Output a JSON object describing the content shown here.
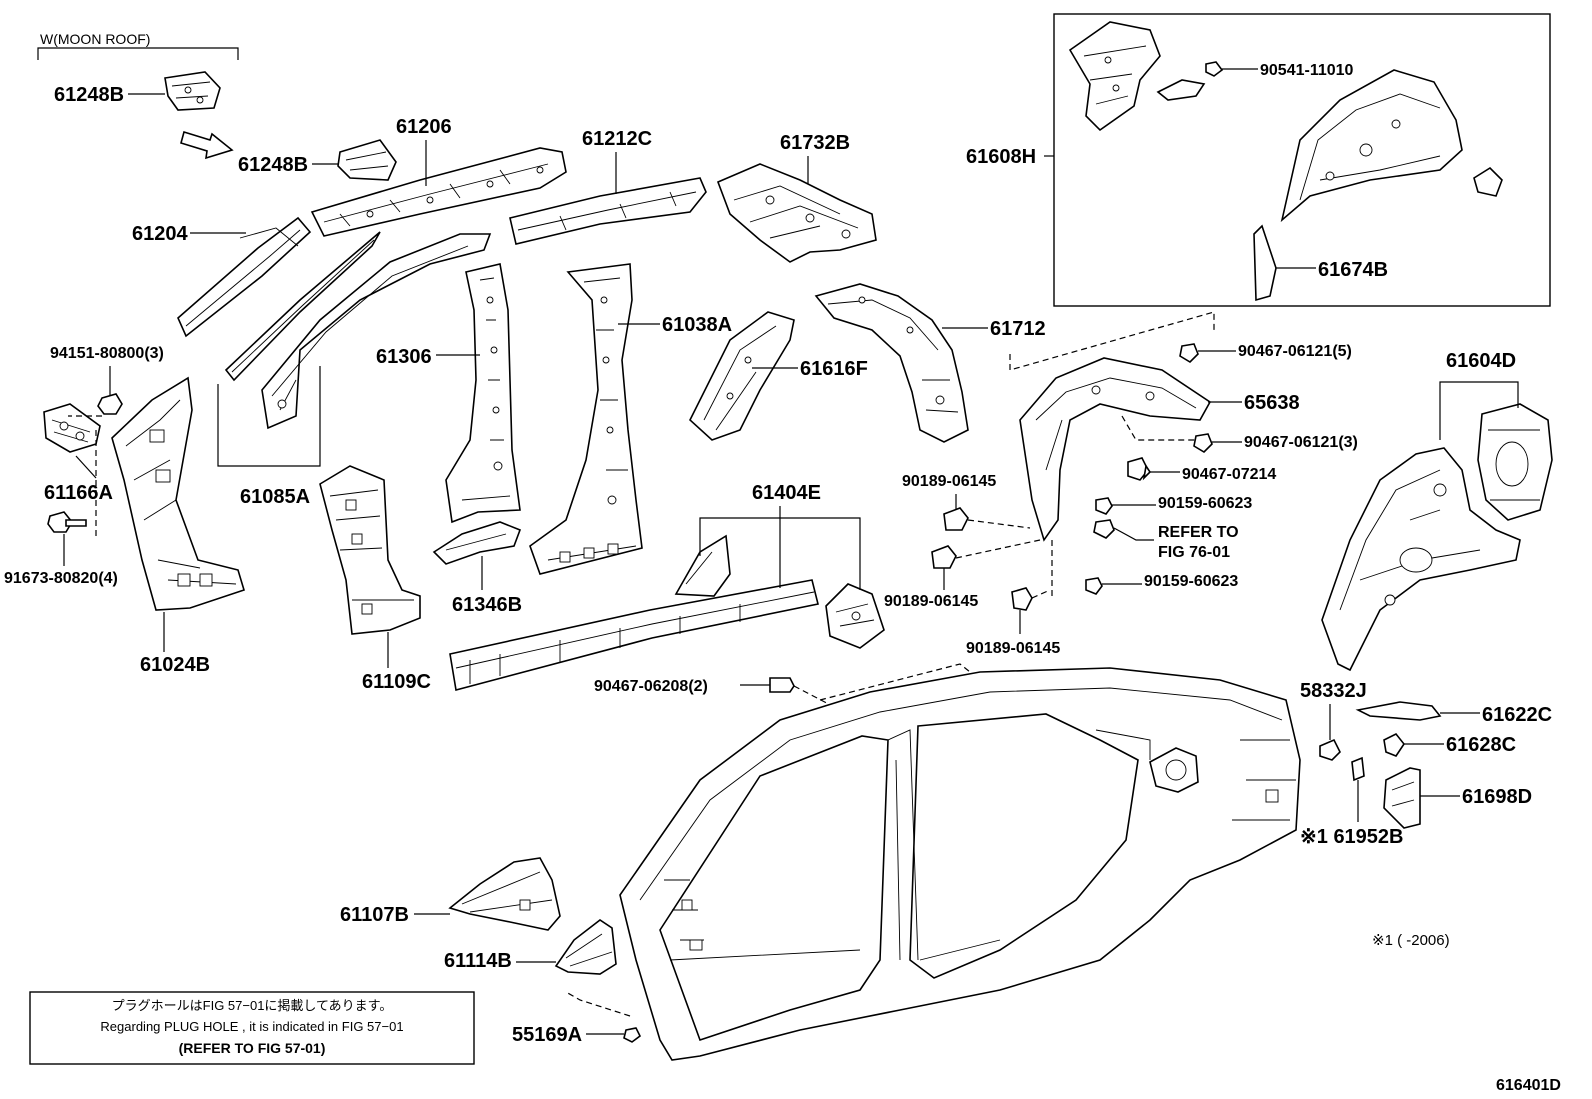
{
  "header": {
    "variant_label": "W(MOON ROOF)"
  },
  "parts": {
    "p61248B_top": "61248B",
    "p61248B_arrow": "61248B",
    "p61206": "61206",
    "p61212C": "61212C",
    "p61732B": "61732B",
    "p61204": "61204",
    "p61306": "61306",
    "p61038A": "61038A",
    "p61616F": "61616F",
    "p61712": "61712",
    "p94151": "94151-80800(3)",
    "p61166A": "61166A",
    "p91673": "91673-80820(4)",
    "p61024B": "61024B",
    "p61085A": "61085A",
    "p61109C": "61109C",
    "p61346B": "61346B",
    "p61404E": "61404E",
    "p90467_06208": "90467-06208(2)",
    "p61608H": "61608H",
    "p90541": "90541-11010",
    "p61674B": "61674B",
    "p90467_06121_5": "90467-06121(5)",
    "p65638": "65638",
    "p90467_06121_3": "90467-06121(3)",
    "p90467_07214": "90467-07214",
    "p90189_a": "90189-06145",
    "p90159_a": "90159-60623",
    "refer_to": "REFER TO",
    "refer_fig": "FIG 76-01",
    "p90189_b": "90189-06145",
    "p90159_b": "90159-60623",
    "p90189_c": "90189-06145",
    "p61604D": "61604D",
    "p58332J": "58332J",
    "p61622C": "61622C",
    "p61628C": "61628C",
    "p61698D": "61698D",
    "p61952B": "※1 61952B",
    "p61107B": "61107B",
    "p61114B": "61114B",
    "p55169A": "55169A"
  },
  "footnote": "※1 (      -2006)",
  "note": {
    "jp": "プラグホールはFIG 57−01に掲載してあります。",
    "en": "Regarding  PLUG HOLE , it is indicated in FIG 57−01",
    "ref": "(REFER TO FIG 57-01)"
  },
  "figure_id": "616401D"
}
